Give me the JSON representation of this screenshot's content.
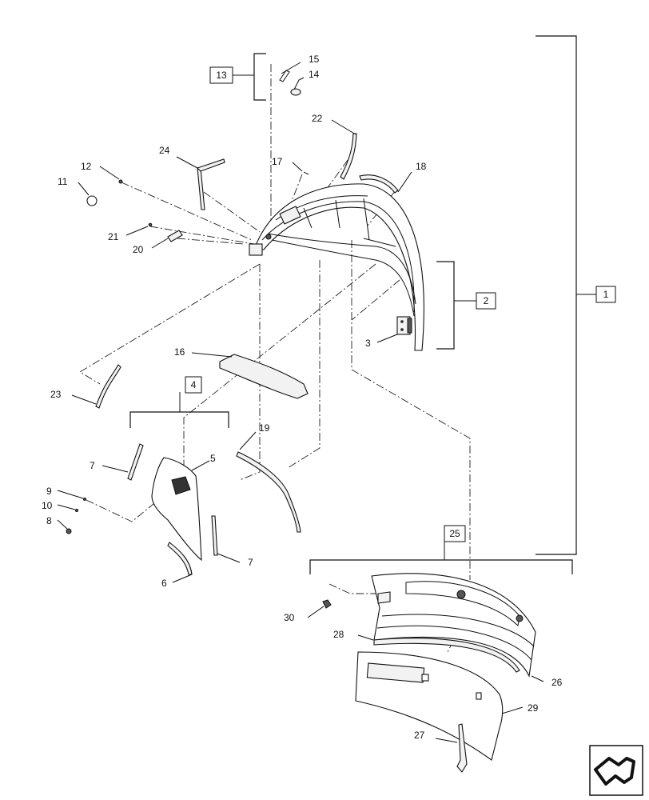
{
  "callouts": {
    "c1": "1",
    "c2": "2",
    "c3": "3",
    "c4": "4",
    "c5": "5",
    "c6": "6",
    "c7a": "7",
    "c7b": "7",
    "c8": "8",
    "c9": "9",
    "c10": "10",
    "c11": "11",
    "c12": "12",
    "c13": "13",
    "c14": "14",
    "c15": "15",
    "c16": "16",
    "c17": "17",
    "c18": "18",
    "c19": "19",
    "c20": "20",
    "c21": "21",
    "c22": "22",
    "c23": "23",
    "c24": "24",
    "c25": "25",
    "c26": "26",
    "c27": "27",
    "c28": "28",
    "c29": "29",
    "c30": "30"
  },
  "icons": {
    "corner": "view-direction-arrow-icon"
  }
}
